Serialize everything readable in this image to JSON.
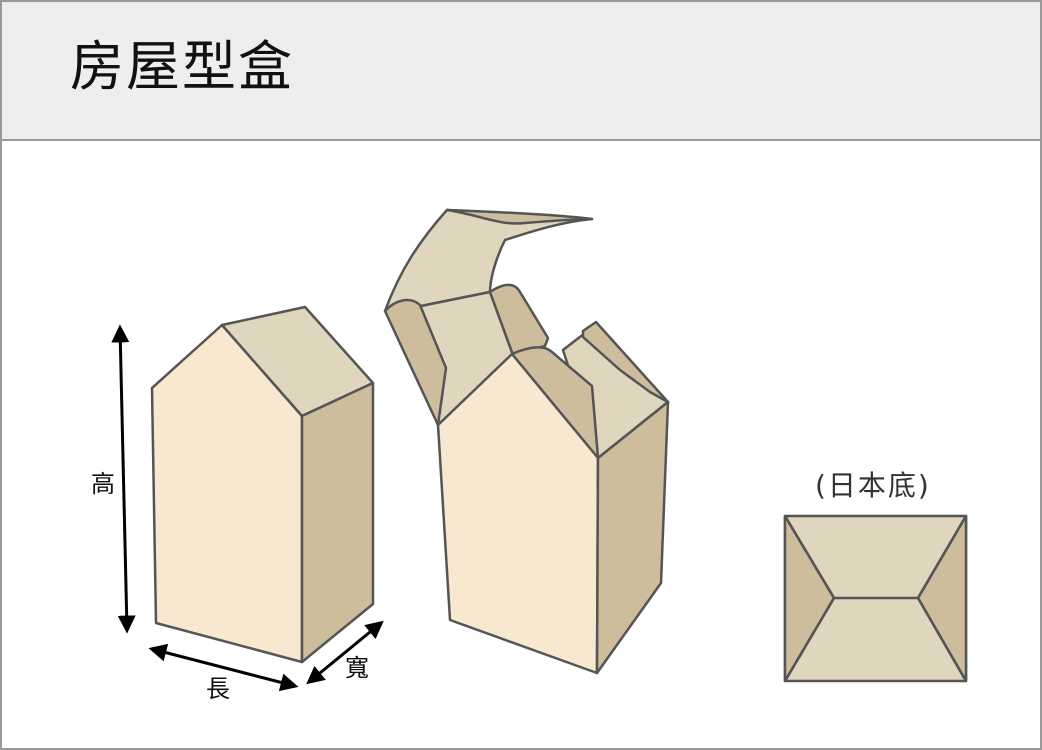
{
  "header": {
    "title": "房屋型盒"
  },
  "dimensions": {
    "height_label": "高",
    "length_label": "長",
    "width_label": "寬"
  },
  "bottom_view": {
    "label": "(日本底)"
  },
  "colors": {
    "front_face": "#f7e8cf",
    "roof_face": "#e0d5bd",
    "side_face": "#cdbd9d",
    "outline": "#555555",
    "header_bg": "#eeeeee",
    "border": "#999999"
  }
}
